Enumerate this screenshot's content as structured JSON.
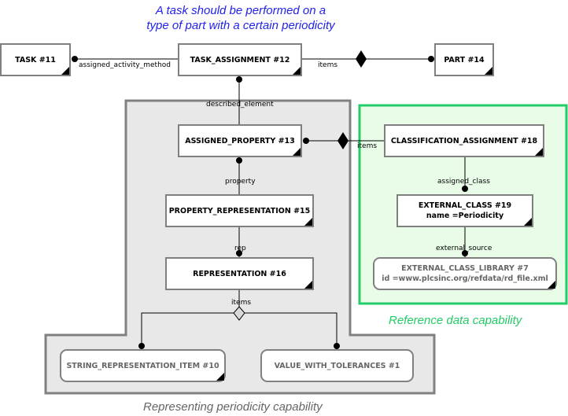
{
  "title": {
    "line1": "A task should be performed on a",
    "line2": "type of part with a certain periodicity"
  },
  "colors": {
    "title": "#2222ee",
    "gray_region_fill": "#e8e8e8",
    "gray_region_border": "#808080",
    "green_region_fill": "#e8fce8",
    "green_region_border": "#22cc66",
    "entity_border": "#808080"
  },
  "regions": {
    "periodicity": {
      "caption": "Representing periodicity capability"
    },
    "reference": {
      "caption": "Reference data capability"
    }
  },
  "entities": {
    "task": {
      "label": "TASK #11"
    },
    "task_assignment": {
      "label": "TASK_ASSIGNMENT #12"
    },
    "part": {
      "label": "PART #14"
    },
    "assigned_property": {
      "label": "ASSIGNED_PROPERTY #13"
    },
    "classification_assignment": {
      "label": "CLASSIFICATION_ASSIGNMENT #18"
    },
    "property_representation": {
      "label": "PROPERTY_REPRESENTATION #15"
    },
    "external_class": {
      "label": "EXTERNAL_CLASS #19",
      "attr": "name =Periodicity"
    },
    "representation": {
      "label": "REPRESENTATION #16"
    },
    "external_class_library": {
      "label": "EXTERNAL_CLASS_LIBRARY #7",
      "attr": "id =www.plcsinc.org/refdata/rd_file.xml"
    },
    "string_representation_item": {
      "label": "STRING_REPRESENTATION_ITEM #10"
    },
    "value_with_tolerances": {
      "label": "VALUE_WITH_TOLERANCES #1"
    }
  },
  "relations": {
    "assigned_activity_method": "assigned_activity_method",
    "items_part": "items",
    "described_element": "described_element",
    "items_classification": "items",
    "property": "property",
    "assigned_class": "assigned_class",
    "rep": "rep",
    "external_source": "external_source",
    "items_representation": "items"
  }
}
